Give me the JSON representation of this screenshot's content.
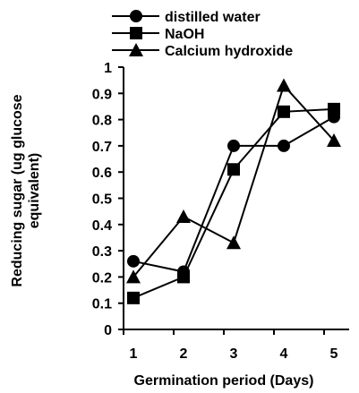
{
  "chart_data": {
    "type": "line",
    "title": "",
    "xlabel": "Germination period (Days)",
    "ylabel_line1": "Reducing sugar (ug glucose",
    "ylabel_line2": "equivalent)",
    "x": [
      1,
      2,
      3,
      4,
      5
    ],
    "x_tick_labels": [
      "1",
      "2",
      "3",
      "4",
      "5"
    ],
    "ylim": [
      0,
      1
    ],
    "y_ticks": [
      0,
      0.1,
      0.2,
      0.3,
      0.4,
      0.5,
      0.6,
      0.7,
      0.8,
      0.9,
      1
    ],
    "y_tick_labels": [
      "0",
      "0.1",
      "0.2",
      "0.3",
      "0.4",
      "0.5",
      "0.6",
      "0.7",
      "0.8",
      "0.9",
      "1"
    ],
    "grid": false,
    "legend_position": "top",
    "series": [
      {
        "name": "distilled water",
        "marker": "circle",
        "color": "#000000",
        "values": [
          0.26,
          0.22,
          0.7,
          0.7,
          0.81
        ]
      },
      {
        "name": "NaOH",
        "marker": "square",
        "color": "#000000",
        "values": [
          0.12,
          0.2,
          0.61,
          0.83,
          0.84
        ]
      },
      {
        "name": "Calcium hydroxide",
        "marker": "triangle",
        "color": "#000000",
        "values": [
          0.2,
          0.43,
          0.33,
          0.93,
          0.72
        ]
      }
    ]
  }
}
